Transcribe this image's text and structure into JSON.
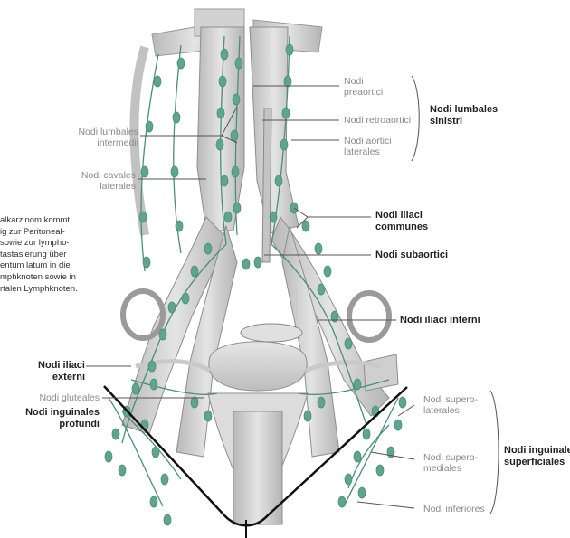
{
  "colors": {
    "vessel": "#d5d5d5",
    "vessel_shade": "#a7a7a7",
    "node": "#5fa58e",
    "lymph_line": "#4a8f78",
    "leader": "#555555",
    "outline": "#111111"
  },
  "side_text": [
    "alkarzinom kommt",
    "ig zur Peritoneal-",
    "sowie zur lympho-",
    "tastasierung über",
    "entum latum in die",
    "mphknoten sowie in",
    "rtalen Lymphknoten."
  ],
  "labels": {
    "preaortici": [
      "Nodi",
      "preaortici"
    ],
    "retroaortici": [
      "Nodi retroaortici"
    ],
    "aortici_laterales": [
      "Nodi aortici",
      "laterales"
    ],
    "lumbales_sinistri": [
      "Nodi lumbales",
      "sinistri"
    ],
    "lumbales_intermedii": [
      "Nodi lumbales",
      "intermedii"
    ],
    "cavales_laterales": [
      "Nodi cavales",
      "laterales"
    ],
    "iliaci_communes": [
      "Nodi iliaci",
      "communes"
    ],
    "subaortici": [
      "Nodi subaortici"
    ],
    "iliaci_interni": [
      "Nodi iliaci interni"
    ],
    "iliaci_externi": [
      "Nodi iliaci",
      "externi"
    ],
    "gluteales": [
      "Nodi gluteales"
    ],
    "inguinales_profundi": [
      "Nodi inguinales",
      "profundi"
    ],
    "superolaterales": [
      "Nodi supero-",
      "laterales"
    ],
    "superomediales": [
      "Nodi supero-",
      "mediales"
    ],
    "inferiores": [
      "Nodi inferiores"
    ],
    "inguinales_superficiales": [
      "Nodi inguinales",
      "superficiales"
    ]
  }
}
